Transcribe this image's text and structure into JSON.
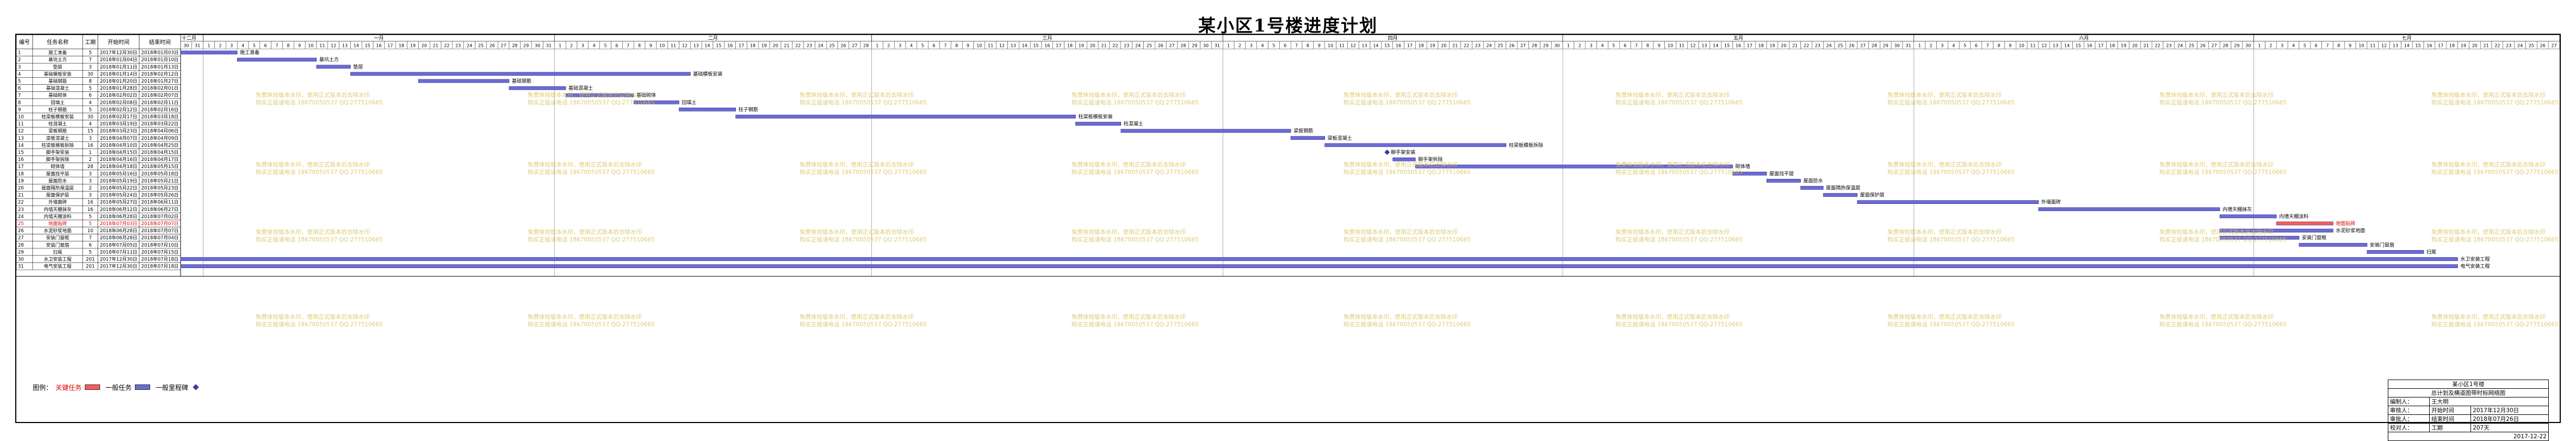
{
  "title": "某小区1号楼进度计划",
  "table_headers": {
    "id": "编号",
    "name": "任务名称",
    "duration": "工期",
    "start": "开始时间",
    "end": "结束时间"
  },
  "timeline": {
    "start_date": "2017-12-30",
    "months": [
      {
        "label": "十二月",
        "days": 2
      },
      {
        "label": "一月",
        "days": 31
      },
      {
        "label": "二月",
        "days": 28
      },
      {
        "label": "三月",
        "days": 31
      },
      {
        "label": "四月",
        "days": 30
      },
      {
        "label": "五月",
        "days": 31
      },
      {
        "label": "六月",
        "days": 30
      },
      {
        "label": "七月",
        "days": 27
      }
    ]
  },
  "watermark": {
    "line1": "免费体验版本水印，使用正式版本后去除水印",
    "line2": "购买正版请电话 18670050537 QQ:277510665"
  },
  "legend": {
    "prefix": "图例：",
    "critical": "关键任务",
    "normal": "一般任务",
    "milestone": "一般里程碑"
  },
  "colors": {
    "normal": "#6b6bd6",
    "critical": "#ff5a5a",
    "milestone": "#3a3aa8",
    "watermark": "#d8c25a"
  },
  "info_table": {
    "rows": [
      [
        "某小区1号楼"
      ],
      [
        "总计划及横道图带时标网络图"
      ],
      [
        "编制人：",
        "王大明"
      ],
      [
        "审核人：",
        "开始时间",
        "2017年12月30日"
      ],
      [
        "审批人：",
        "结束时间",
        "2018年07月26日"
      ],
      [
        "校对人：",
        "工期",
        "207天"
      ],
      [
        "2017-12-22"
      ]
    ]
  },
  "chart_data": {
    "type": "gantt",
    "title": "某小区1号楼进度计划",
    "x_unit": "date",
    "x_range": [
      "2017-12-30",
      "2018-07-26"
    ],
    "tasks": [
      {
        "id": "1",
        "name": "施工准备",
        "duration": "5",
        "start": "2017年12月30日",
        "end": "2018年01月03日",
        "kind": "normal",
        "label": "施工准备"
      },
      {
        "id": "2",
        "name": "基坑土方",
        "duration": "7",
        "start": "2018年01月04日",
        "end": "2018年01月10日",
        "kind": "normal",
        "label": "基坑土方"
      },
      {
        "id": "3",
        "name": "垫层",
        "duration": "3",
        "start": "2018年01月11日",
        "end": "2018年01月13日",
        "kind": "normal",
        "label": "垫层"
      },
      {
        "id": "4",
        "name": "基础模板安装",
        "duration": "30",
        "start": "2018年01月14日",
        "end": "2018年02月12日",
        "kind": "normal",
        "label": "基础模板安装"
      },
      {
        "id": "5",
        "name": "基础钢筋",
        "duration": "8",
        "start": "2018年01月20日",
        "end": "2018年01月27日",
        "kind": "normal",
        "label": "基础钢筋"
      },
      {
        "id": "6",
        "name": "基础混凝土",
        "duration": "5",
        "start": "2018年01月28日",
        "end": "2018年02月01日",
        "kind": "normal",
        "label": "基础混凝土"
      },
      {
        "id": "7",
        "name": "基础砌体",
        "duration": "6",
        "start": "2018年02月02日",
        "end": "2018年02月07日",
        "kind": "normal",
        "label": "基础砌体"
      },
      {
        "id": "8",
        "name": "回填土",
        "duration": "4",
        "start": "2018年02月08日",
        "end": "2018年02月11日",
        "kind": "normal",
        "label": "回填土"
      },
      {
        "id": "9",
        "name": "柱子钢筋",
        "duration": "5",
        "start": "2018年02月12日",
        "end": "2018年02月16日",
        "kind": "normal",
        "label": "柱子钢筋"
      },
      {
        "id": "10",
        "name": "柱梁板模板安装",
        "duration": "30",
        "start": "2018年02月17日",
        "end": "2018年03月18日",
        "kind": "normal",
        "label": "柱梁板模板安装"
      },
      {
        "id": "11",
        "name": "柱混凝土",
        "duration": "4",
        "start": "2018年03月19日",
        "end": "2018年03月22日",
        "kind": "normal",
        "label": "柱混凝土"
      },
      {
        "id": "12",
        "name": "梁板钢筋",
        "duration": "15",
        "start": "2018年03月23日",
        "end": "2018年04月06日",
        "kind": "normal",
        "label": "梁板钢筋"
      },
      {
        "id": "13",
        "name": "梁板混凝土",
        "duration": "3",
        "start": "2018年04月07日",
        "end": "2018年04月09日",
        "kind": "normal",
        "label": "梁板混凝土"
      },
      {
        "id": "14",
        "name": "柱梁板模板拆除",
        "duration": "16",
        "start": "2018年04月10日",
        "end": "2018年04月25日",
        "kind": "normal",
        "label": "柱梁板模板拆除"
      },
      {
        "id": "15",
        "name": "脚手架安装",
        "duration": "1",
        "start": "2018年04月15日",
        "end": "2018年04月15日",
        "kind": "milestone",
        "label": "脚手架安装"
      },
      {
        "id": "16",
        "name": "脚手架拆除",
        "duration": "2",
        "start": "2018年04月16日",
        "end": "2018年04月17日",
        "kind": "normal",
        "label": "脚手架拆除"
      },
      {
        "id": "17",
        "name": "砌体墙",
        "duration": "28",
        "start": "2018年04月18日",
        "end": "2018年05月15日",
        "kind": "normal",
        "label": "砌体墙"
      },
      {
        "id": "18",
        "name": "屋面找平层",
        "duration": "3",
        "start": "2018年05月16日",
        "end": "2018年05月18日",
        "kind": "normal",
        "label": "屋面找平层"
      },
      {
        "id": "19",
        "name": "屋面防水",
        "duration": "3",
        "start": "2018年05月19日",
        "end": "2018年05月21日",
        "kind": "normal",
        "label": "屋面防水"
      },
      {
        "id": "20",
        "name": "屋面隔热保温层",
        "duration": "2",
        "start": "2018年05月22日",
        "end": "2018年05月23日",
        "kind": "normal",
        "label": "屋面隔热保温层"
      },
      {
        "id": "21",
        "name": "屋面保护层",
        "duration": "3",
        "start": "2018年05月24日",
        "end": "2018年05月26日",
        "kind": "normal",
        "label": "屋面保护层"
      },
      {
        "id": "22",
        "name": "外墙面砖",
        "duration": "16",
        "start": "2018年05月27日",
        "end": "2018年06月11日",
        "kind": "normal",
        "label": "外墙面砖"
      },
      {
        "id": "23",
        "name": "内墙天棚抹灰",
        "duration": "16",
        "start": "2018年06月12日",
        "end": "2018年06月27日",
        "kind": "normal",
        "label": "内墙天棚抹灰"
      },
      {
        "id": "24",
        "name": "内墙天棚涂料",
        "duration": "5",
        "start": "2018年06月28日",
        "end": "2018年07月02日",
        "kind": "normal",
        "label": "内墙天棚涂料"
      },
      {
        "id": "25",
        "name": "地面贴砖",
        "duration": "5",
        "start": "2018年07月03日",
        "end": "2018年07月07日",
        "kind": "critical",
        "label": "地面贴砖"
      },
      {
        "id": "26",
        "name": "水泥砂浆地面",
        "duration": "10",
        "start": "2018年06月28日",
        "end": "2018年07月07日",
        "kind": "normal",
        "label": "水泥砂浆地面"
      },
      {
        "id": "27",
        "name": "安装门窗框",
        "duration": "7",
        "start": "2018年06月28日",
        "end": "2018年07月04日",
        "kind": "normal",
        "label": "安装门窗框"
      },
      {
        "id": "28",
        "name": "安装门窗扇",
        "duration": "6",
        "start": "2018年07月05日",
        "end": "2018年07月10日",
        "kind": "normal",
        "label": "安装门窗扇"
      },
      {
        "id": "29",
        "name": "扫尾",
        "duration": "5",
        "start": "2018年07月11日",
        "end": "2018年07月15日",
        "kind": "normal",
        "label": "扫尾"
      },
      {
        "id": "30",
        "name": "水卫安装工程",
        "duration": "201",
        "start": "2017年12月30日",
        "end": "2018年07月18日",
        "kind": "normal",
        "label": "水卫安装工程"
      },
      {
        "id": "31",
        "name": "电气安装工程",
        "duration": "201",
        "start": "2017年12月30日",
        "end": "2018年07月18日",
        "kind": "normal",
        "label": "电气安装工程"
      }
    ]
  }
}
